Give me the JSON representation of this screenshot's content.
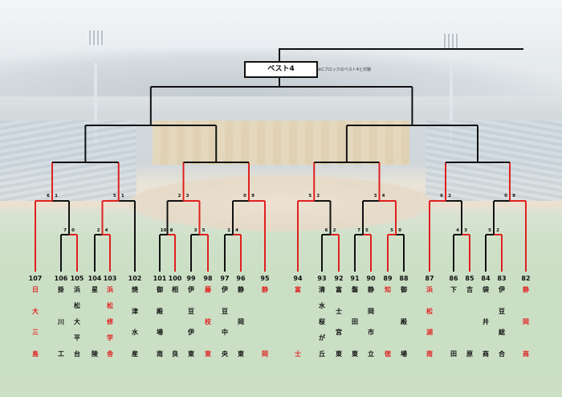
{
  "best4": {
    "label": "ベスト4",
    "note": "※Cブロックのベスト4と対戦"
  },
  "teams": [
    {
      "no": "107",
      "name": "日大三島",
      "win": true
    },
    {
      "no": "106",
      "name": "掛川工",
      "win": false
    },
    {
      "no": "105",
      "name": "浜松大平台",
      "win": false
    },
    {
      "no": "104",
      "name": "星陵",
      "win": false
    },
    {
      "no": "103",
      "name": "浜松修学舎",
      "win": true
    },
    {
      "no": "102",
      "name": "焼津水産",
      "win": false
    },
    {
      "no": "101",
      "name": "御殿場南",
      "win": false
    },
    {
      "no": "100",
      "name": "相良",
      "win": false
    },
    {
      "no": "99",
      "name": "伊豆伊東",
      "win": false
    },
    {
      "no": "98",
      "name": "藤枝東",
      "win": true
    },
    {
      "no": "97",
      "name": "伊豆中央",
      "win": false
    },
    {
      "no": "96",
      "name": "静岡東",
      "win": false
    },
    {
      "no": "95",
      "name": "静岡",
      "win": true
    },
    {
      "no": "94",
      "name": "富士",
      "win": true
    },
    {
      "no": "93",
      "name": "清水桜が丘",
      "win": false
    },
    {
      "no": "92",
      "name": "富士宮東",
      "win": false
    },
    {
      "no": "91",
      "name": "磐田東",
      "win": false
    },
    {
      "no": "90",
      "name": "静岡市立",
      "win": false
    },
    {
      "no": "89",
      "name": "知徳",
      "win": true
    },
    {
      "no": "88",
      "name": "御殿場",
      "win": false
    },
    {
      "no": "87",
      "name": "浜松湖南",
      "win": true
    },
    {
      "no": "86",
      "name": "下田",
      "win": false
    },
    {
      "no": "85",
      "name": "吉原",
      "win": false
    },
    {
      "no": "84",
      "name": "袋井商",
      "win": false
    },
    {
      "no": "83",
      "name": "伊豆総合",
      "win": false
    },
    {
      "no": "82",
      "name": "静岡商",
      "win": true
    }
  ],
  "scores": {
    "r1": [
      [
        "7",
        "0"
      ],
      [
        "2",
        "4"
      ],
      [
        "10",
        "8"
      ],
      [
        "3",
        "5"
      ],
      [
        "1",
        "4"
      ],
      [
        "6",
        "2"
      ],
      [
        "7",
        "5"
      ],
      [
        "5",
        "0"
      ],
      [
        "4",
        "3"
      ],
      [
        "5",
        "2"
      ]
    ],
    "r2": [
      [
        "6",
        "1"
      ],
      [
        "5",
        "1"
      ],
      [
        "2",
        "3"
      ],
      [
        "0",
        "9"
      ],
      [
        "5",
        "2"
      ],
      [
        "3",
        "4"
      ],
      [
        "6",
        "2"
      ],
      [
        "0",
        "9"
      ]
    ]
  }
}
